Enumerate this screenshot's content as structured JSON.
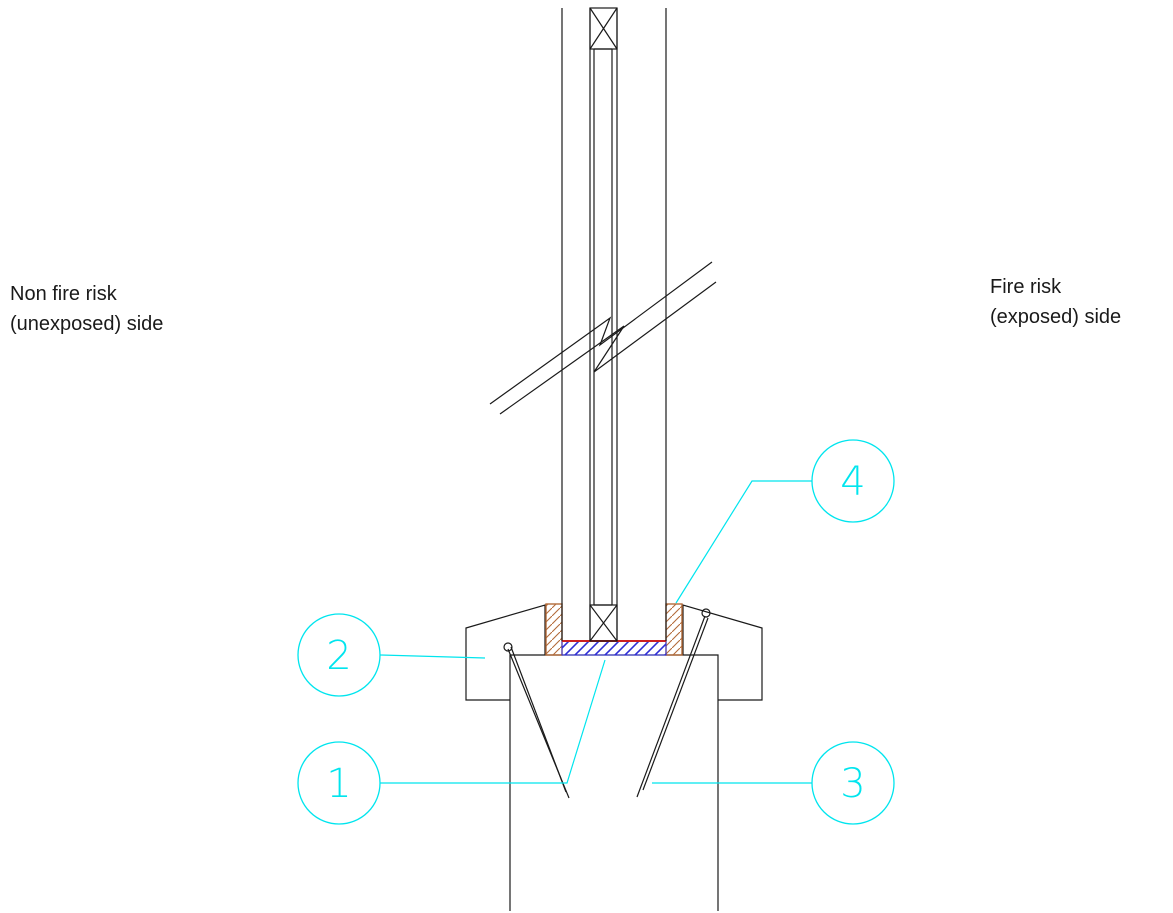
{
  "labels": {
    "left_line1": "Non fire risk",
    "left_line2": "(unexposed) side",
    "right_line1": "Fire risk",
    "right_line2": "(exposed) side"
  },
  "callouts": [
    "1",
    "2",
    "3",
    "4"
  ],
  "colors": {
    "outline": "#1a1a1a",
    "leader": "#00e5ee",
    "glazing_channel": "#b36b3a",
    "setting_block_hatch": "#2f2fd6",
    "seal_line": "#cc2222"
  }
}
